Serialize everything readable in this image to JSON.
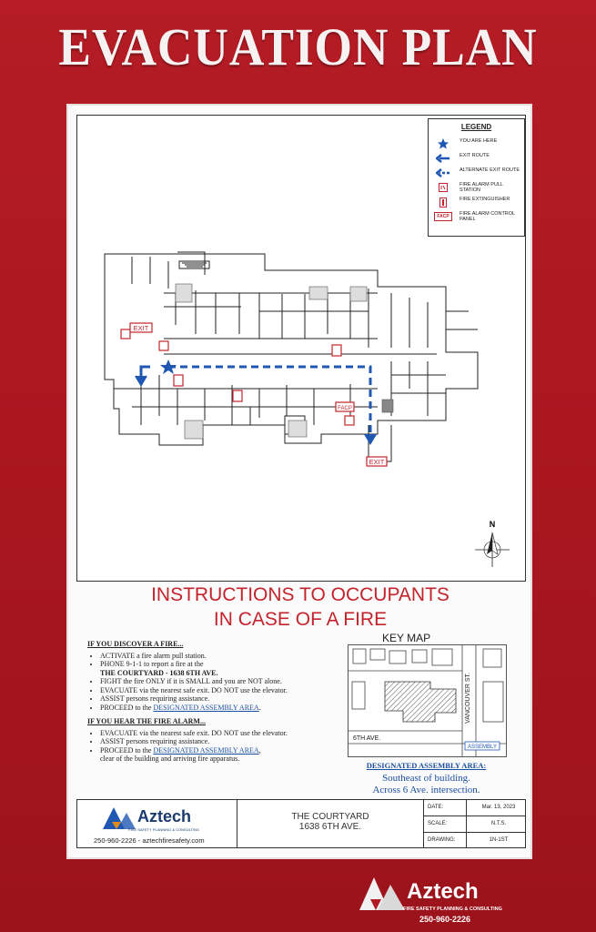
{
  "sign": {
    "title": "EVACUATION PLAN"
  },
  "legend": {
    "heading": "LEGEND",
    "items": [
      {
        "icon": "star-icon",
        "label": "YOU ARE HERE"
      },
      {
        "icon": "arrow-left-icon",
        "label": "EXIT ROUTE"
      },
      {
        "icon": "dashed-arrow-left-icon",
        "label": "ALTERNATE EXIT ROUTE"
      },
      {
        "icon": "fire-alarm-pull-station-icon",
        "label": "FIRE ALARM PULL STATION"
      },
      {
        "icon": "fire-extinguisher-icon",
        "label": "FIRE EXTINGUISHER"
      },
      {
        "icon": "facp-icon",
        "label": "FIRE ALARM CONTROL PANEL",
        "badge": "FACP"
      }
    ]
  },
  "floorplan": {
    "exit_label_left": "EXIT",
    "exit_label_bottom": "EXIT",
    "facp_label": "FACP",
    "north_label": "N",
    "route_color": "#1f57b3",
    "symbol_color": "#c3242c"
  },
  "instructions": {
    "title_line1": "INSTRUCTIONS TO OCCUPANTS",
    "title_line2": "IN CASE OF A FIRE",
    "discover_heading": "IF YOU DISCOVER A FIRE...",
    "discover_items": [
      "ACTIVATE a fire alarm pull station.",
      "PHONE 9-1-1 to report a fire at the",
      "FIGHT the fire ONLY if it is SMALL and you are NOT alone.",
      "EVACUATE via the nearest safe exit. DO NOT use the elevator.",
      "ASSIST persons requiring assistance.",
      "PROCEED to the"
    ],
    "discover_address": "THE COURTYARD - 1638 6TH AVE.",
    "assembly_link": "DESIGNATED ASSEMBLY AREA",
    "alarm_heading": "IF YOU HEAR THE FIRE ALARM...",
    "alarm_items": [
      "EVACUATE via the nearest safe exit. DO NOT use the elevator.",
      "ASSIST persons requiring assistance.",
      "PROCEED to the"
    ],
    "alarm_tail": "clear of the building and arriving fire apparatus."
  },
  "keymap": {
    "title": "KEY MAP",
    "street_vertical": "VANCOUVER ST.",
    "street_horizontal": "6TH AVE.",
    "assembly_tag": "ASSEMBLY",
    "assembly_label": "DESIGNATED ASSEMBLY AREA:",
    "assembly_line1": "Southeast of building.",
    "assembly_line2": "Across 6 Ave. intersection."
  },
  "titleblock": {
    "company": "Aztech",
    "tagline": "FIRE SAFETY PLANNING & CONSULTING",
    "contact": "250-960-2226 - aztechfiresafety.com",
    "building": "THE COURTYARD",
    "address": "1638 6TH AVE.",
    "date_label": "DATE:",
    "date_value": "Mar. 13, 2023",
    "scale_label": "SCALE:",
    "scale_value": "N.T.S.",
    "drawing_label": "DRAWING:",
    "drawing_value": "1N-1ST"
  },
  "footer": {
    "company": "Aztech",
    "tagline": "FIRE SAFETY PLANNING & CONSULTING",
    "phone": "250-960-2226"
  }
}
